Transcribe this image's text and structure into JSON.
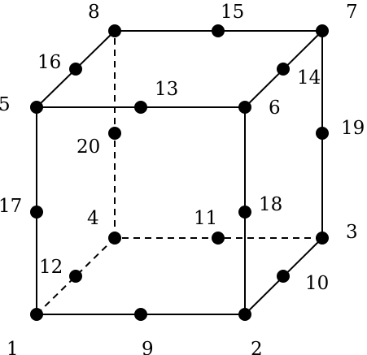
{
  "diagram": {
    "nodes": [
      {
        "id": "1",
        "label": "1",
        "visibility": "visible"
      },
      {
        "id": "2",
        "label": "2",
        "visibility": "visible"
      },
      {
        "id": "3",
        "label": "3",
        "visibility": "visible"
      },
      {
        "id": "4",
        "label": "4",
        "visibility": "hidden"
      },
      {
        "id": "5",
        "label": "5",
        "visibility": "visible"
      },
      {
        "id": "6",
        "label": "6",
        "visibility": "visible"
      },
      {
        "id": "7",
        "label": "7",
        "visibility": "visible"
      },
      {
        "id": "8",
        "label": "8",
        "visibility": "visible"
      },
      {
        "id": "9",
        "label": "9",
        "visibility": "visible"
      },
      {
        "id": "10",
        "label": "10",
        "visibility": "visible"
      },
      {
        "id": "11",
        "label": "11",
        "visibility": "hidden"
      },
      {
        "id": "12",
        "label": "12",
        "visibility": "hidden"
      },
      {
        "id": "13",
        "label": "13",
        "visibility": "visible"
      },
      {
        "id": "14",
        "label": "14",
        "visibility": "visible"
      },
      {
        "id": "15",
        "label": "15",
        "visibility": "visible"
      },
      {
        "id": "16",
        "label": "16",
        "visibility": "visible"
      },
      {
        "id": "17",
        "label": "17",
        "visibility": "visible"
      },
      {
        "id": "18",
        "label": "18",
        "visibility": "visible"
      },
      {
        "id": "19",
        "label": "19",
        "visibility": "visible"
      },
      {
        "id": "20",
        "label": "20",
        "visibility": "hidden"
      }
    ],
    "edges": [
      {
        "from": "1",
        "to": "2",
        "style": "solid"
      },
      {
        "from": "2",
        "to": "3",
        "style": "solid"
      },
      {
        "from": "3",
        "to": "4",
        "style": "dashed"
      },
      {
        "from": "4",
        "to": "1",
        "style": "dashed"
      },
      {
        "from": "5",
        "to": "6",
        "style": "solid"
      },
      {
        "from": "6",
        "to": "7",
        "style": "solid"
      },
      {
        "from": "7",
        "to": "8",
        "style": "solid"
      },
      {
        "from": "8",
        "to": "5",
        "style": "solid"
      },
      {
        "from": "1",
        "to": "5",
        "style": "solid"
      },
      {
        "from": "2",
        "to": "6",
        "style": "solid"
      },
      {
        "from": "3",
        "to": "7",
        "style": "solid"
      },
      {
        "from": "4",
        "to": "8",
        "style": "dashed"
      }
    ]
  }
}
